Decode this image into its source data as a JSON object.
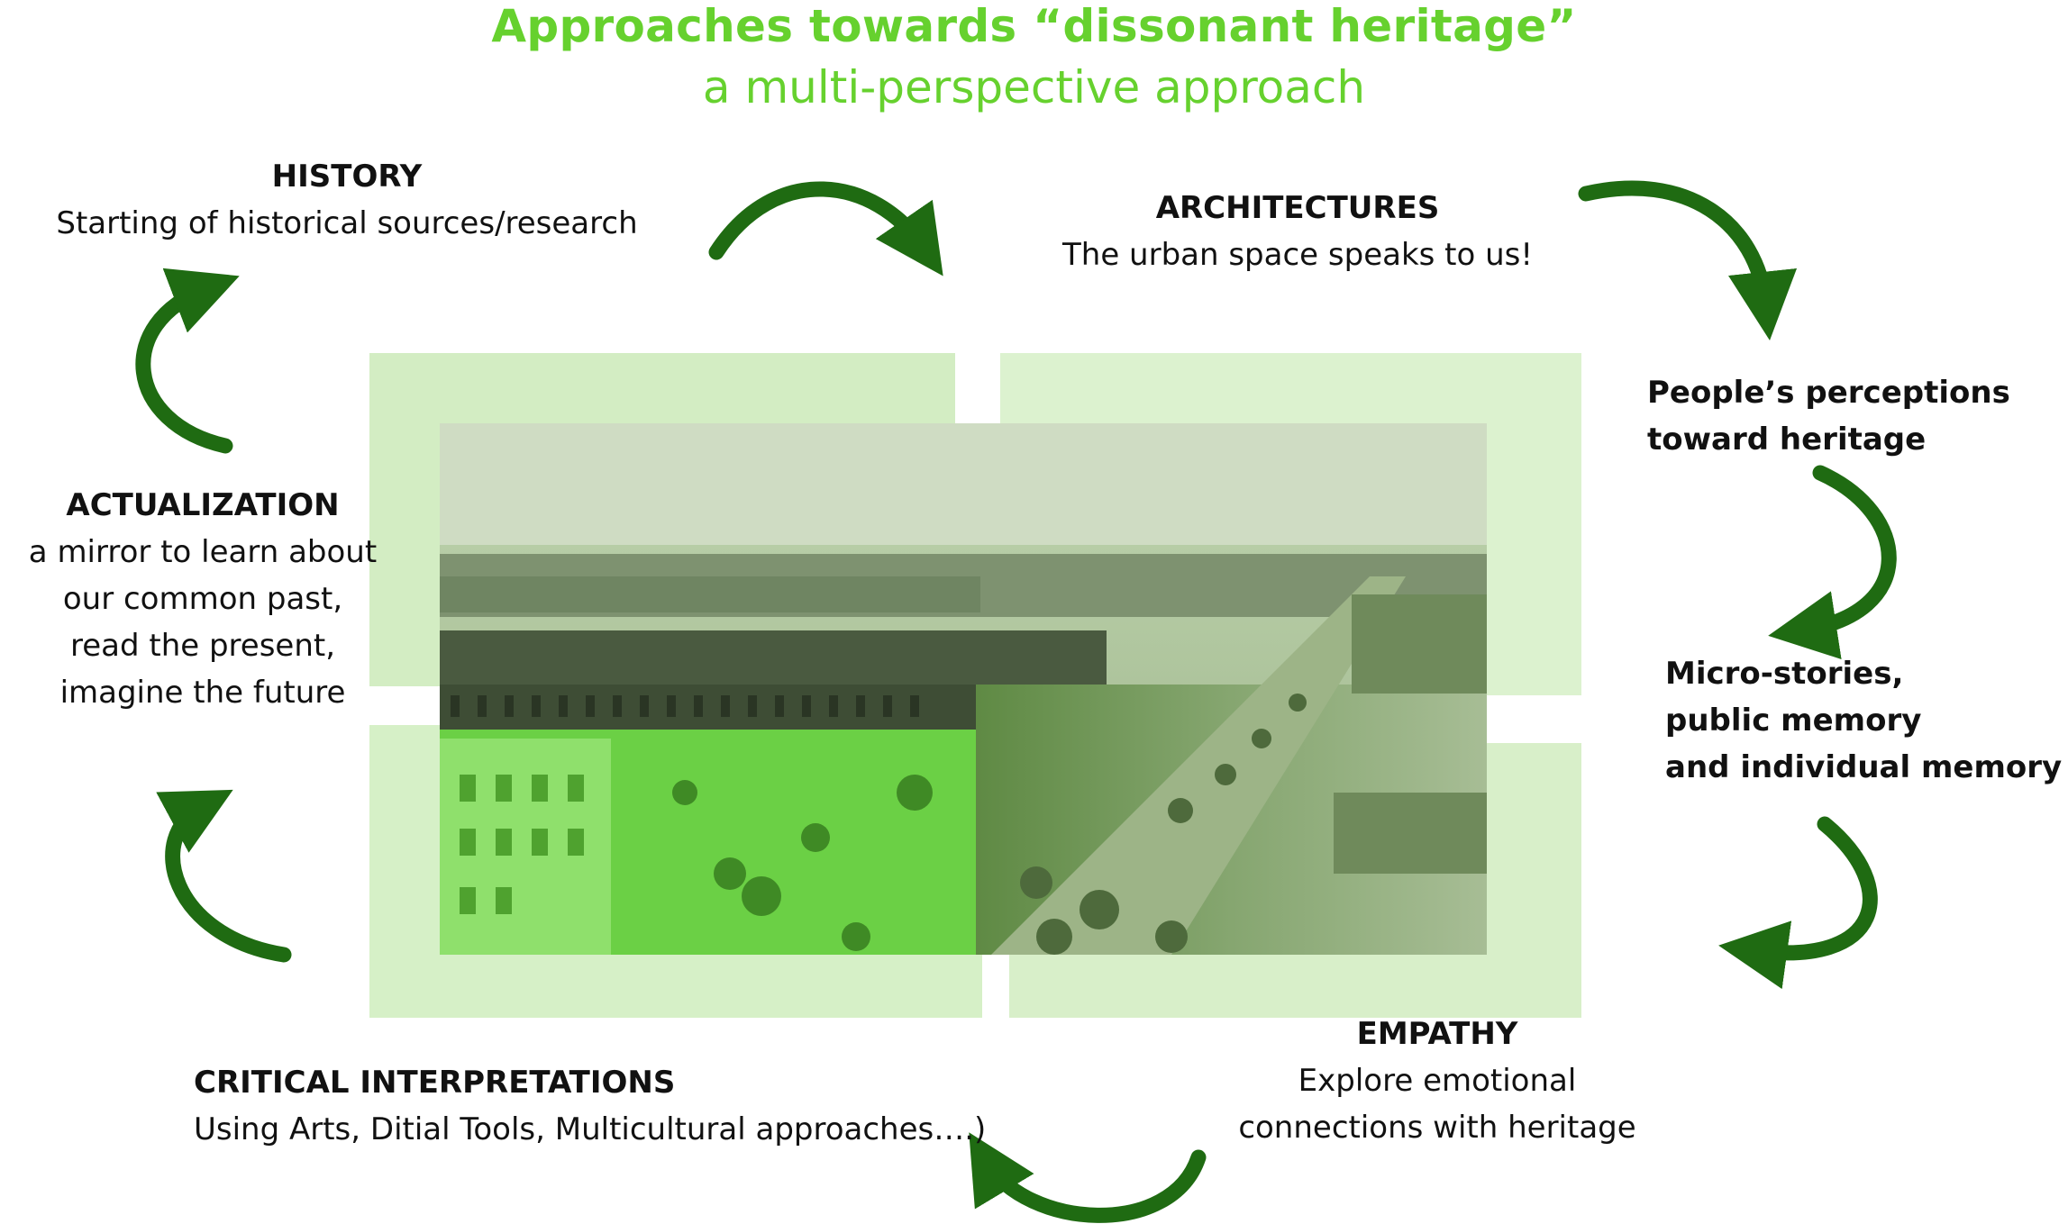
{
  "title": "Approaches towards “dissonant heritage”",
  "subtitle": "a multi-perspective approach",
  "nodes": {
    "history": {
      "heading": "HISTORY",
      "text": "Starting of historical sources/research"
    },
    "architectures": {
      "heading": "ARCHITECTURES",
      "text": "The urban space speaks to us!"
    },
    "perceptions": {
      "line1": "People’s perceptions",
      "line2": "toward heritage"
    },
    "micro_stories": {
      "line1": "Micro-stories,",
      "line2": "public memory",
      "line3": "and individual memory"
    },
    "empathy": {
      "heading": "EMPATHY",
      "line1": "Explore emotional",
      "line2": "connections with heritage"
    },
    "critical": {
      "heading": "CRITICAL INTERPRETATIONS",
      "text": "Using Arts, Ditial Tools, Multicultural  approaches….)"
    },
    "actualization": {
      "heading": "ACTUALIZATION",
      "line1": "a mirror to learn about",
      "line2": "our common past,",
      "line3": "read the present,",
      "line4": "imagine the future"
    }
  },
  "colors": {
    "title": "#66d12e",
    "arrow": "#1f6b12",
    "overlay_light": "#cdeeb8",
    "overlay_bright": "#7ee05a"
  },
  "icons": [
    "curved-arrow-icon"
  ]
}
